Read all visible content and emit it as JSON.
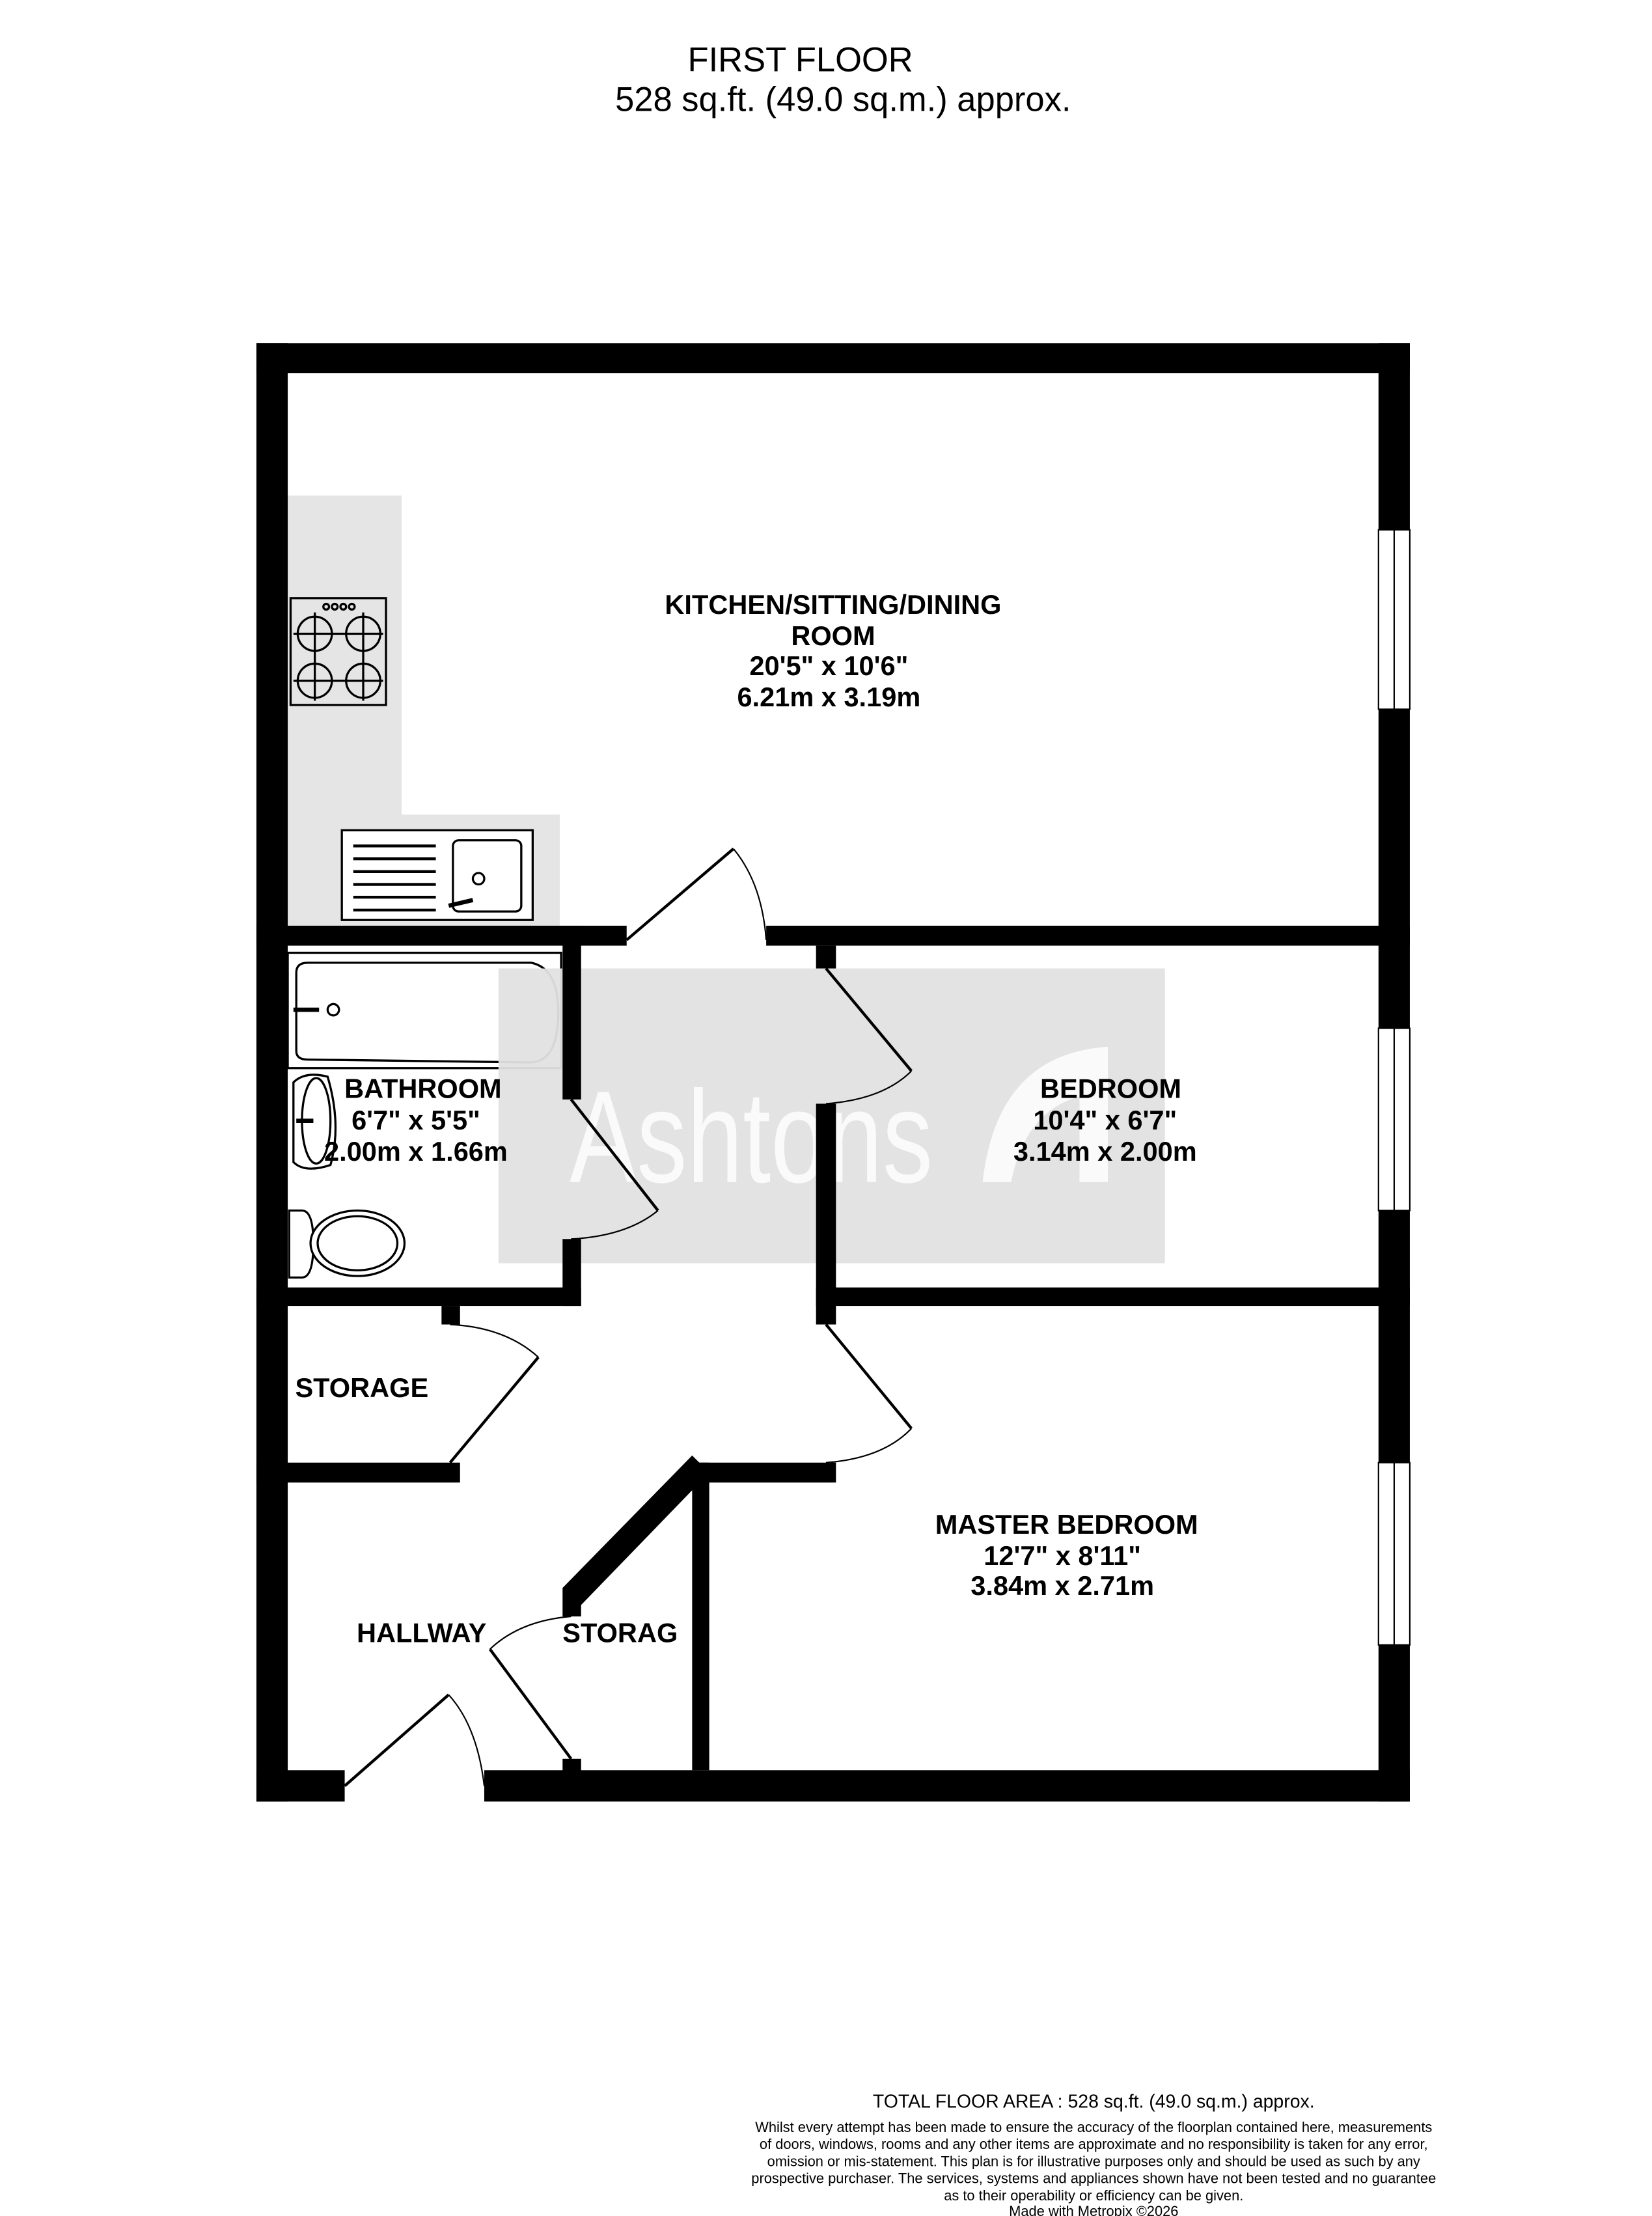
{
  "header": {
    "floor_name": "FIRST FLOOR",
    "floor_area": "528 sq.ft. (49.0 sq.m.) approx."
  },
  "watermark": {
    "text": "Ashtons"
  },
  "rooms": [
    {
      "name_lines": [
        "KITCHEN/SITTING/DINING",
        "ROOM"
      ],
      "imperial": "20'5\"  x 10'6\"",
      "metric": "6.21m  x 3.19m"
    },
    {
      "name_lines": [
        "BATHROOM"
      ],
      "imperial": "6'7\"  x 5'5\"",
      "metric": "2.00m  x 1.66m"
    },
    {
      "name_lines": [
        "BEDROOM"
      ],
      "imperial": "10'4\"  x 6'7\"",
      "metric": "3.14m  x 2.00m"
    },
    {
      "name_lines": [
        "MASTER BEDROOM"
      ],
      "imperial": "12'7\"  x 8'11\"",
      "metric": "3.84m  x 2.71m"
    },
    {
      "name_lines": [
        "STORAGE"
      ]
    },
    {
      "name_lines": [
        "HALLWAY"
      ]
    },
    {
      "name_lines": [
        "STORAG"
      ]
    }
  ],
  "footer": {
    "total_area": "TOTAL FLOOR AREA : 528 sq.ft. (49.0 sq.m.) approx.",
    "disclaimer": [
      "Whilst every attempt has been made to ensure the accuracy of the floorplan contained here, measurements",
      "of doors, windows, rooms and any other items are approximate and no responsibility is taken for any error,",
      "omission or mis-statement. This plan is for illustrative purposes only and should be used as such by any",
      "prospective purchaser. The services, systems and appliances shown have not been tested and no guarantee",
      "as to their operability or efficiency can be given."
    ],
    "credit": "Made with Metropix ©2026"
  },
  "colors": {
    "wall": "#000000",
    "counter": "#e5e5e5",
    "watermark_bg": "#e2e2e2"
  }
}
